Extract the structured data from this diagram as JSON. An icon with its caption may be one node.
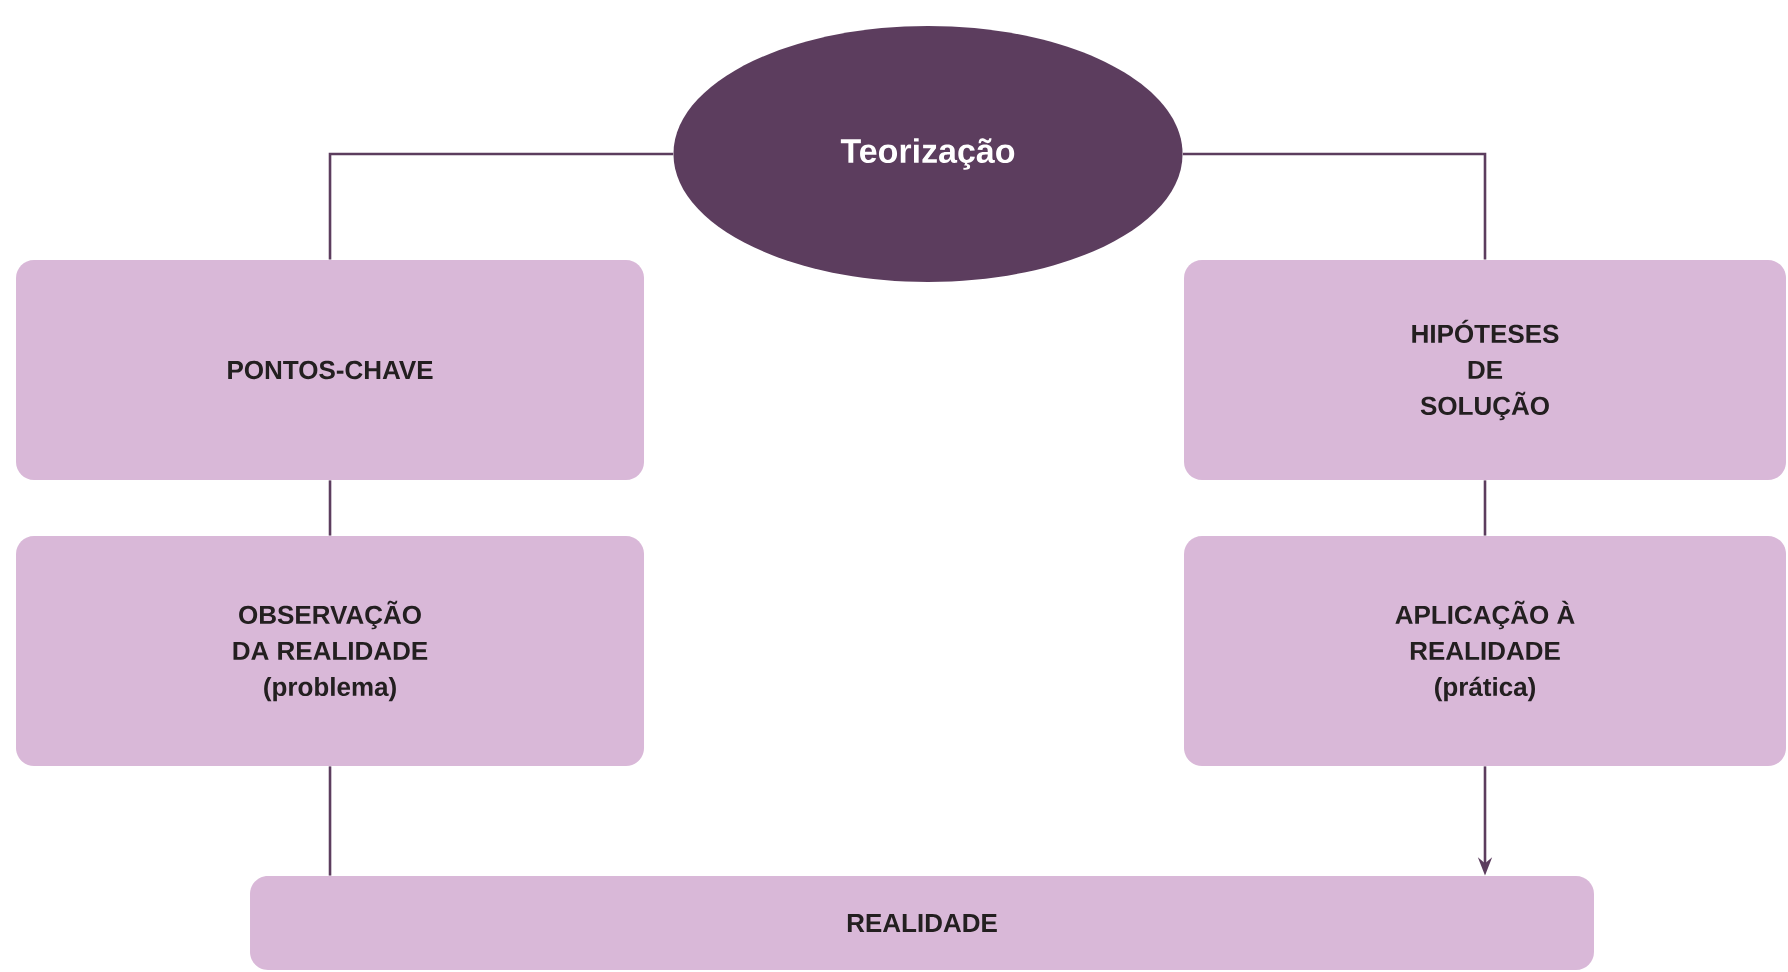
{
  "diagram": {
    "nodes": [
      {
        "text": [
          "Teorização"
        ]
      },
      {
        "text": [
          "PONTOS-CHAVE"
        ]
      },
      {
        "text": [
          "HIPÓTESES DE SOLUÇÃO"
        ]
      },
      {
        "text": [
          "OBSERVAÇÃO DA REALIDADE",
          "(problema)"
        ]
      },
      {
        "text": [
          "APLICAÇÃO À REALIDADE",
          "(prática)"
        ]
      },
      {
        "text": [
          "REALIDADE"
        ]
      }
    ],
    "edges": [
      {
        "from": 5,
        "to": 3,
        "arrow": "none"
      },
      {
        "from": 3,
        "to": 1,
        "arrow": "none"
      },
      {
        "from": 1,
        "to": 0,
        "arrow": "none"
      },
      {
        "from": 0,
        "to": 2,
        "arrow": "none"
      },
      {
        "from": 2,
        "to": 4,
        "arrow": "none"
      },
      {
        "from": 4,
        "to": 5,
        "arrow": "to"
      }
    ]
  }
}
